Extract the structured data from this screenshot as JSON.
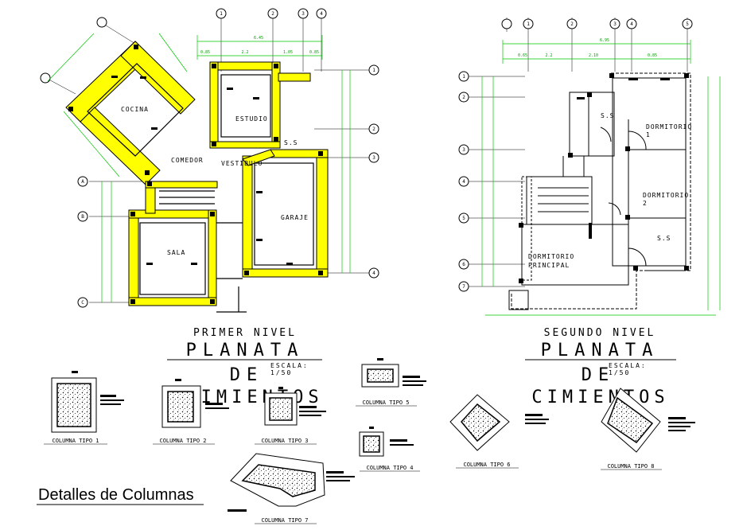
{
  "colors": {
    "background": "#ffffff",
    "line": "#000000",
    "wall_fill": "#ffff00",
    "grid_dim": "#00c800"
  },
  "plan1": {
    "title": "PRIMER NIVEL",
    "big_title": "PLANATA",
    "de": "DE",
    "cimientos": "CIMIENTOS",
    "escala": "ESCALA:",
    "scale": "1/50",
    "rooms": {
      "cocina": "COCINA",
      "estudio": "ESTUDIO",
      "ss": "S.S",
      "comedor": "COMEDOR",
      "vestibulo": "VESTIBULO",
      "garaje": "GARAJE",
      "sala": "SALA"
    },
    "dims": {
      "total": "6.45",
      "d1": "0.85",
      "d2": "2.2",
      "d3": "1.05",
      "d4": "0.85"
    },
    "axes_top": [
      "1",
      "2",
      "3",
      "4"
    ],
    "axes_right": [
      "1",
      "2",
      "3",
      "4"
    ],
    "axes_left": [
      "A",
      "B",
      "C"
    ]
  },
  "plan2": {
    "title": "SEGUNDO NIVEL",
    "big_title": "PLANATA",
    "de": "DE",
    "cimientos": "CIMIENTOS",
    "escala": "ESCALA:",
    "scale": "1/50",
    "rooms": {
      "ss1": "S.S",
      "dorm1": "DORMITORIO",
      "dorm1_n": "1",
      "dorm2": "DORMITORIO",
      "dorm2_n": "2",
      "ss2": "S.S",
      "principal_1": "DORMITORIO",
      "principal_2": "PRINCIPAL"
    },
    "dims": {
      "total": "6.95",
      "d1": "0.65",
      "d2": "2.2",
      "d3": "2.10",
      "d4": "0.85"
    },
    "axes_top": [
      "1",
      "2",
      "3",
      "4",
      "5"
    ],
    "axes_left": [
      "1",
      "2",
      "3",
      "4",
      "5",
      "6",
      "7"
    ]
  },
  "details": {
    "heading": "Detalles de Columnas",
    "col1": "COLUMNA TIPO 1",
    "col2": "COLUMNA TIPO 2",
    "col3": "COLUMNA TIPO 3",
    "col4": "COLUMNA TIPO 4",
    "col5": "COLUMNA TIPO 5",
    "col6": "COLUMNA TIPO 6",
    "col7": "COLUMNA TIPO 7",
    "col8": "COLUMNA TIPO 8"
  }
}
